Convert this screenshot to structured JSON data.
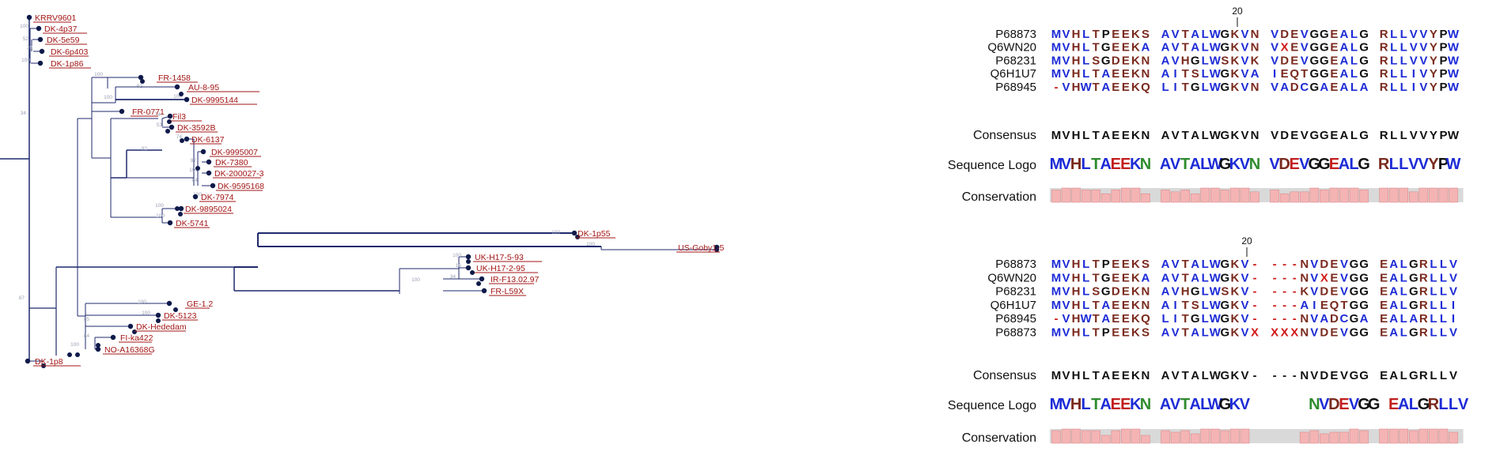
{
  "tree": {
    "labels": [
      "KRRV9601",
      "DK-4p37",
      "DK-5e59",
      "DK-6p403",
      "DK-1p86",
      "FR-1458",
      "AU-8-95",
      "DK-9995144",
      "FR-0771",
      "Fil3",
      "DK-3592B",
      "DK-6137",
      "DK-9995007",
      "DK-7380",
      "DK-200027-3",
      "DK-9595168",
      "DK-7974",
      "DK-9895024",
      "DK-5741",
      "DK-1p55",
      "US-Goby1-5",
      "UK-H17-5-93",
      "UK-H17-2-95",
      "IR-F13.02.97",
      "FR-L59X",
      "GE-1.2",
      "DK-5123",
      "DK-Hededam",
      "FI-ka422",
      "NO-A16368G",
      "DK-1p8"
    ],
    "bootstrap": [
      "34",
      "100",
      "52",
      "39",
      "100",
      "100",
      "92",
      "100",
      "100",
      "74",
      "53",
      "74",
      "97",
      "100",
      "84",
      "100",
      "100",
      "100",
      "92",
      "100",
      "100",
      "100",
      "16",
      "34",
      "100",
      "100",
      "100",
      "85",
      "84",
      "100",
      "87"
    ],
    "colors": {
      "branch": "#1f2a6e",
      "label": "#a31515",
      "bootstrap": "#9aa0b4",
      "node": "#0e1a4a"
    }
  },
  "panels": [
    {
      "position_label": "20",
      "sequence_ids": [
        "P68873",
        "Q6WN20",
        "P68231",
        "Q6H1U7",
        "P68945"
      ],
      "sequences": [
        "MVHLTPEEKS AVTALWGKVN VDEVGGEALG RLLVVYPW",
        "MVHLTGEEKA AVTALWGKVN VXEVGGEALG RLLVVYPW",
        "MVHLSGDEKN AVHGLWSKVK VDEVGGEALG RLLVVYPW",
        "MVHLTAEEKN AITSLWGKVA IEQTGGEALG RLLIVYPW",
        "-VHWTAEEKQ LITGLWGKVN VADCGAEALA RLLIVYPW"
      ],
      "consensus_label": "Consensus",
      "consensus": "MVHLTAEEKN AVTALWGKVN VDEVGGEALG RLLVVYPW",
      "logo_label": "Sequence Logo",
      "logo": "MVHLTAEEKN AVTALWGKVN VDEVGGEALG RLLVVYPW",
      "conservation_label": "Conservation"
    },
    {
      "position_label": "20",
      "sequence_ids": [
        "P68873",
        "Q6WN20",
        "P68231",
        "Q6H1U7",
        "P68945",
        "P68873"
      ],
      "sequences": [
        "MVHLTPEEKS AVTALWGKV- ---NVDEVGG EALGRLLV",
        "MVHLTGEEKA AVTALWGKV- ---NVXEVGG EALGRLLV",
        "MVHLSGDEKN AVHGLWSKV- ---KVDEVGG EALGRLLV",
        "MVHLTAEEKN AITSLWGKV- ---AIEQTGG EALGRLLI",
        "-VHWTAEEKQ LITGLWGKV- ---NVADCGA EALARLLI",
        "MVHLTPEEKS AVTALWGKVX XXXNVDEVGG EALGRLLV"
      ],
      "consensus_label": "Consensus",
      "consensus": "MVHLTAEEKN AVTALWGKV- ---NVDEVGG EALGRLLV",
      "logo_label": "Sequence Logo",
      "logo": "MVHLTAEEKN AVTALWGKV      NVDEVGG EALGRLLV",
      "conservation_label": "Conservation"
    }
  ],
  "colors": {
    "hydrophobic": "#1d2bd6",
    "polar": "#7a2a1e",
    "special": "#111111",
    "gap": "#d01a1a",
    "conservation_fill": "#f4b4b4",
    "conservation_bg": "#d9d9d9",
    "logo_green": "#2e8b2e"
  }
}
